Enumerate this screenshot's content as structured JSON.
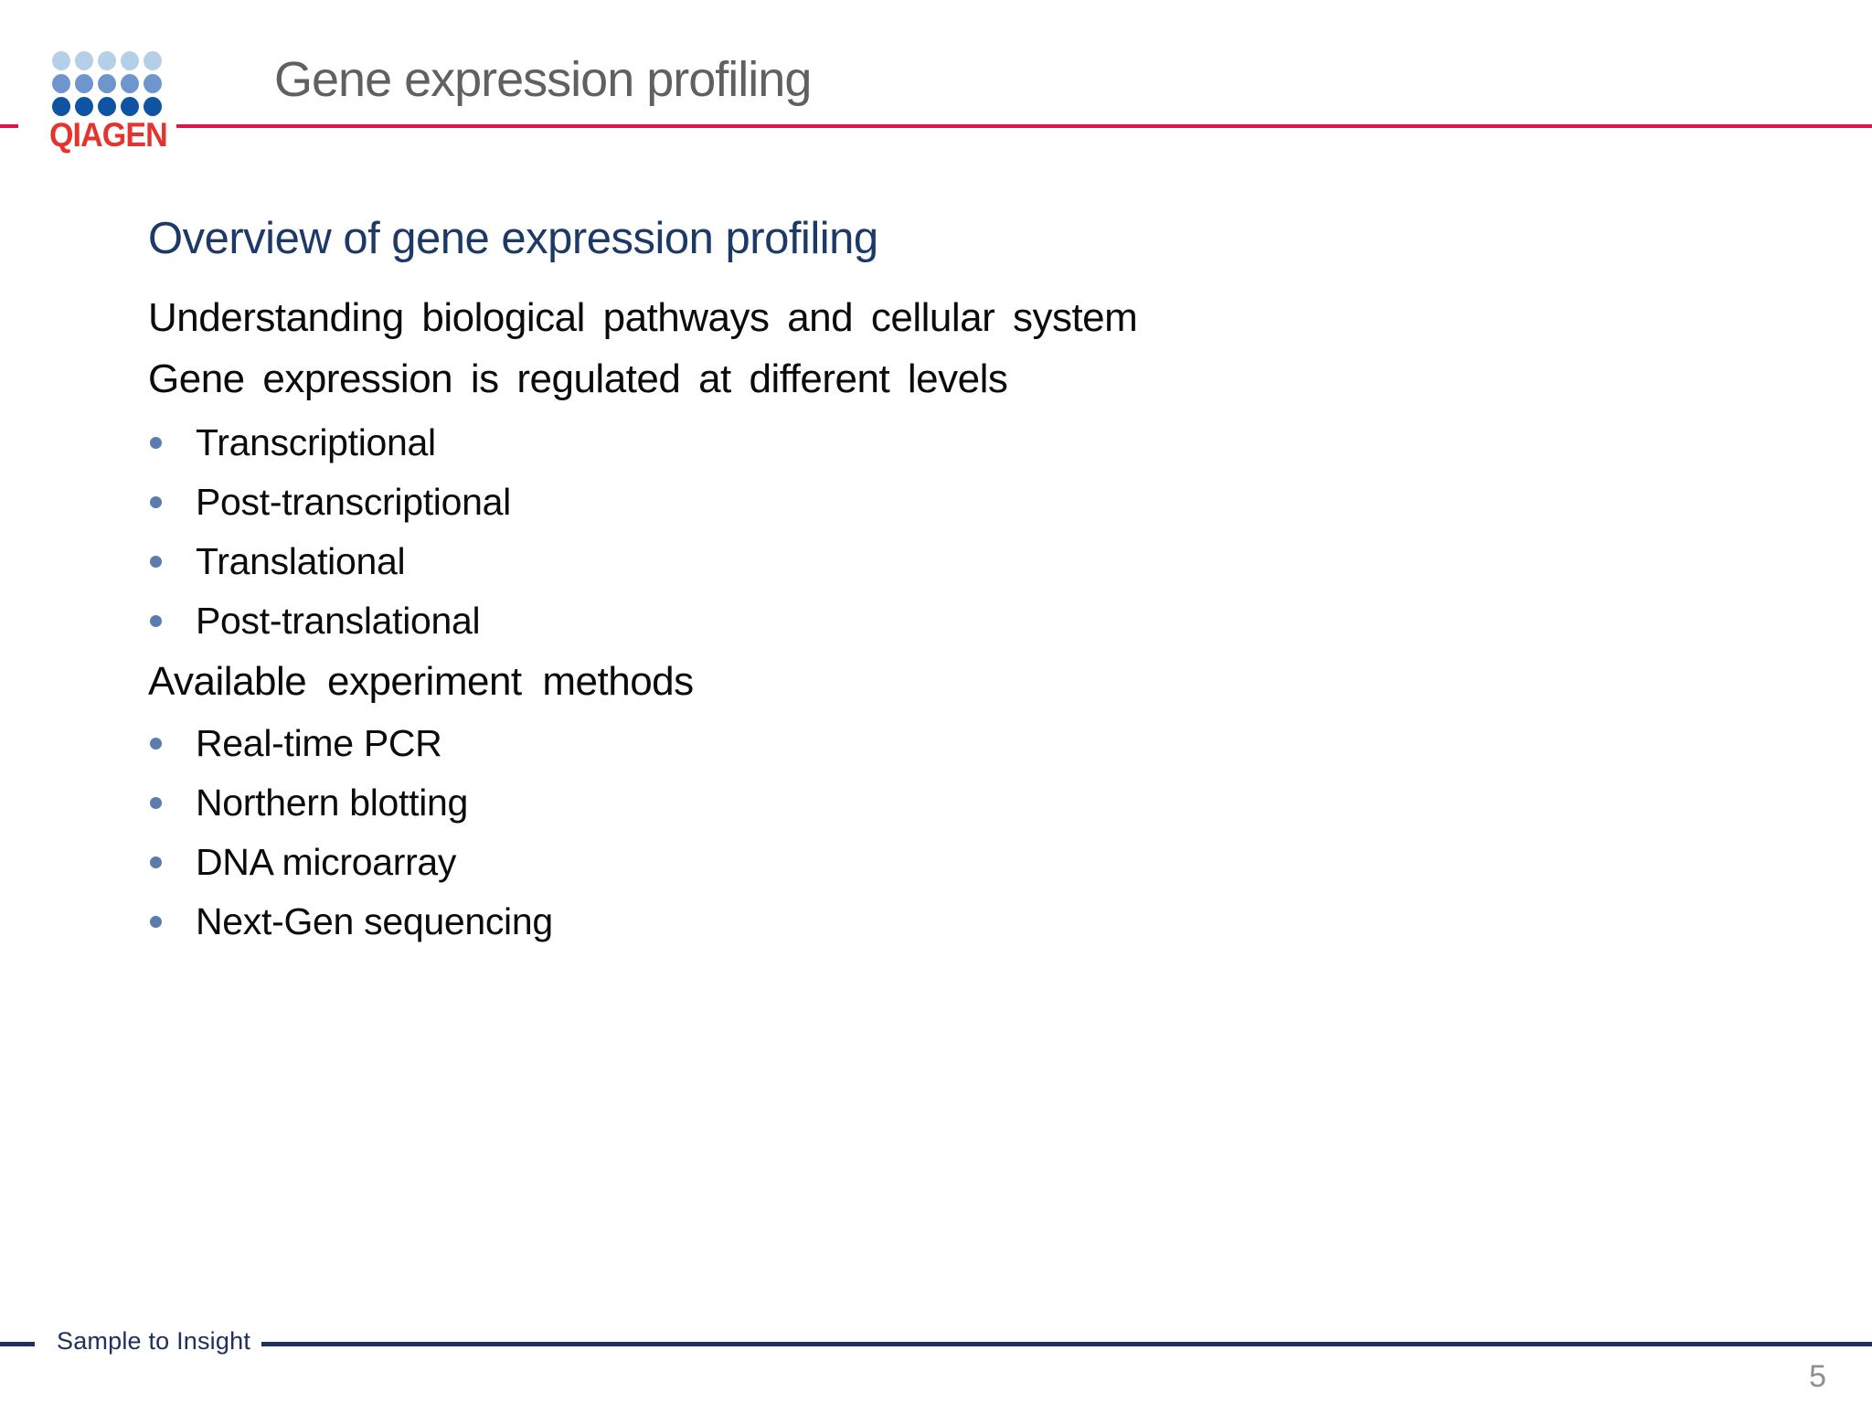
{
  "header": {
    "title": "Gene expression profiling",
    "logo_brand": "QIAGEN"
  },
  "content": {
    "heading": "Overview of gene expression profiling",
    "paragraphs": [
      "Understanding biological pathways and cellular system",
      "Gene expression is regulated at different levels"
    ],
    "regulation_levels": [
      "Transcriptional",
      "Post-transcriptional",
      "Translational",
      "Post-translational"
    ],
    "methods_heading": "Available experiment methods",
    "methods": [
      "Real-time PCR",
      "Northern blotting",
      "DNA microarray",
      "Next-Gen sequencing"
    ]
  },
  "footer": {
    "tagline": "Sample to Insight",
    "page_number": "5"
  },
  "colors": {
    "accent_line_red": "#e0164b",
    "logo_red": "#e5332f",
    "heading_navy": "#1d3968",
    "footer_navy": "#202f5e",
    "bullet_blue": "#5a7cae",
    "title_gray": "#606060",
    "logo_dot_rows": [
      "#b5cfe9",
      "#6e96cc",
      "#0e54a2"
    ]
  }
}
